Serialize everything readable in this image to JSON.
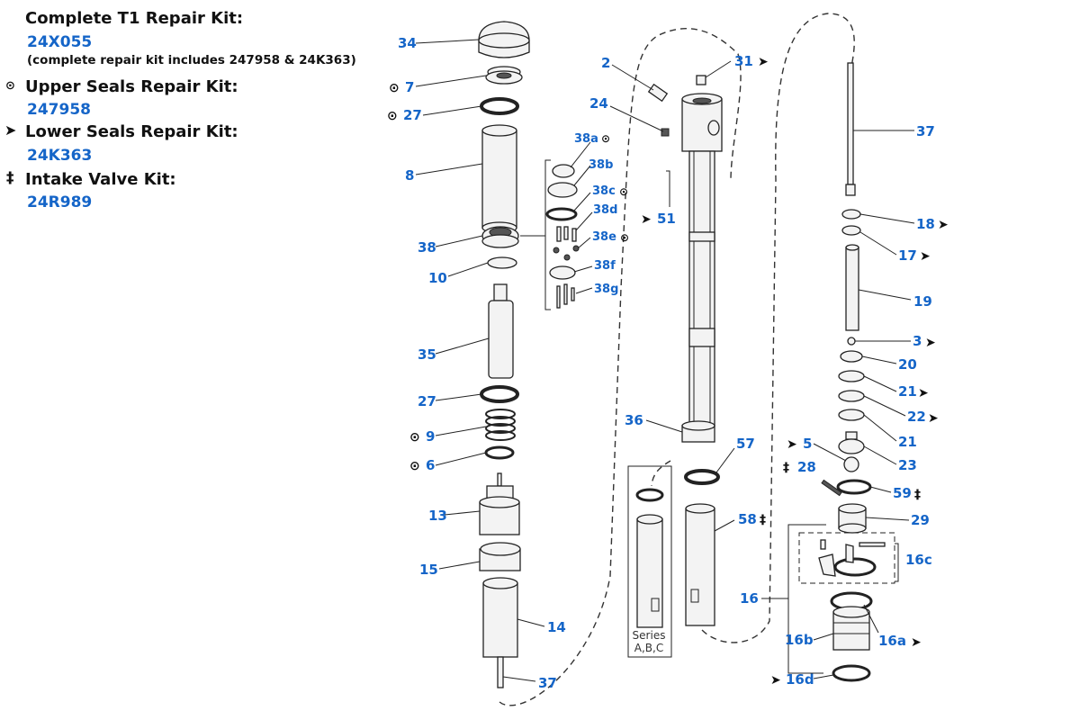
{
  "legend": {
    "complete_kit": {
      "title": "Complete T1 Repair Kit:",
      "code": "24X055",
      "note": "(complete repair kit includes 247958 & 24K363)"
    },
    "upper_seals": {
      "symbol": "⊙",
      "title": "Upper Seals Repair Kit:",
      "code": "247958"
    },
    "lower_seals": {
      "symbol": "➤",
      "title": "Lower Seals Repair Kit:",
      "code": "24K363"
    },
    "intake_valve": {
      "symbol": "‡",
      "title": "Intake Valve Kit:",
      "code": "24R989"
    }
  },
  "symbols": {
    "upper": "⊙",
    "lower": "➤",
    "intake": "‡"
  },
  "series_label": {
    "line1": "Series",
    "line2": "A,B,C"
  },
  "callouts": [
    {
      "id": "34",
      "text": "34"
    },
    {
      "id": "7",
      "text": "7",
      "sym": "upper"
    },
    {
      "id": "27a",
      "text": "27",
      "sym": "upper"
    },
    {
      "id": "8",
      "text": "8"
    },
    {
      "id": "38",
      "text": "38"
    },
    {
      "id": "10",
      "text": "10"
    },
    {
      "id": "35",
      "text": "35"
    },
    {
      "id": "27b",
      "text": "27"
    },
    {
      "id": "9",
      "text": "9",
      "sym": "upper"
    },
    {
      "id": "6",
      "text": "6",
      "sym": "upper"
    },
    {
      "id": "13",
      "text": "13"
    },
    {
      "id": "15",
      "text": "15"
    },
    {
      "id": "14",
      "text": "14"
    },
    {
      "id": "37a",
      "text": "37"
    },
    {
      "id": "38a",
      "text": "38a",
      "sym": "upper"
    },
    {
      "id": "38b",
      "text": "38b"
    },
    {
      "id": "38c",
      "text": "38c",
      "sym": "upper"
    },
    {
      "id": "38d",
      "text": "38d"
    },
    {
      "id": "38e",
      "text": "38e",
      "sym": "upper"
    },
    {
      "id": "38f",
      "text": "38f"
    },
    {
      "id": "38g",
      "text": "38g"
    },
    {
      "id": "2",
      "text": "2"
    },
    {
      "id": "31",
      "text": "31",
      "sym": "lower"
    },
    {
      "id": "24",
      "text": "24"
    },
    {
      "id": "51",
      "text": "51",
      "sym": "lower"
    },
    {
      "id": "36",
      "text": "36"
    },
    {
      "id": "57",
      "text": "57"
    },
    {
      "id": "58",
      "text": "58",
      "sym": "intake"
    },
    {
      "id": "37b",
      "text": "37"
    },
    {
      "id": "18",
      "text": "18",
      "sym": "lower"
    },
    {
      "id": "17",
      "text": "17",
      "sym": "lower"
    },
    {
      "id": "19",
      "text": "19"
    },
    {
      "id": "3",
      "text": "3",
      "sym": "lower"
    },
    {
      "id": "20",
      "text": "20"
    },
    {
      "id": "21a",
      "text": "21",
      "sym": "lower"
    },
    {
      "id": "22",
      "text": "22",
      "sym": "lower"
    },
    {
      "id": "21b",
      "text": "21"
    },
    {
      "id": "5",
      "text": "5",
      "sym": "lower"
    },
    {
      "id": "23",
      "text": "23"
    },
    {
      "id": "28",
      "text": "28",
      "sym": "intake"
    },
    {
      "id": "59",
      "text": "59",
      "sym": "intake"
    },
    {
      "id": "29",
      "text": "29"
    },
    {
      "id": "16c",
      "text": "16c"
    },
    {
      "id": "16",
      "text": "16"
    },
    {
      "id": "16b",
      "text": "16b"
    },
    {
      "id": "16a",
      "text": "16a",
      "sym": "lower"
    },
    {
      "id": "16d",
      "text": "16d",
      "sym": "lower"
    }
  ]
}
